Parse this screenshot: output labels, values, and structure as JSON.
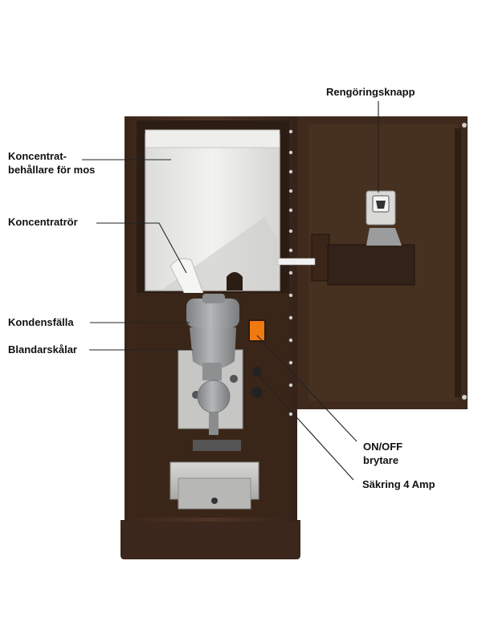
{
  "labels": {
    "cleaning_button": "Rengöringsknapp",
    "concentrate_container_line1": "Koncentrat-",
    "concentrate_container_line2": "behållare för mos",
    "concentrate_tube": "Koncentratrör",
    "condensation_trap": "Kondensfälla",
    "mixing_bowls": "Blandarskålar",
    "switch_line1": "ON/OFF",
    "switch_line2": "brytare",
    "fuse": "Säkring 4 Amp"
  },
  "colors": {
    "cabinet": "#4a3222",
    "cabinet_dark": "#2e1e14",
    "container": "#e8e8e6",
    "steel": "#c9c9c7",
    "grey_part": "#9a9c9e",
    "switch": "#f07a10",
    "leader": "#222222"
  }
}
